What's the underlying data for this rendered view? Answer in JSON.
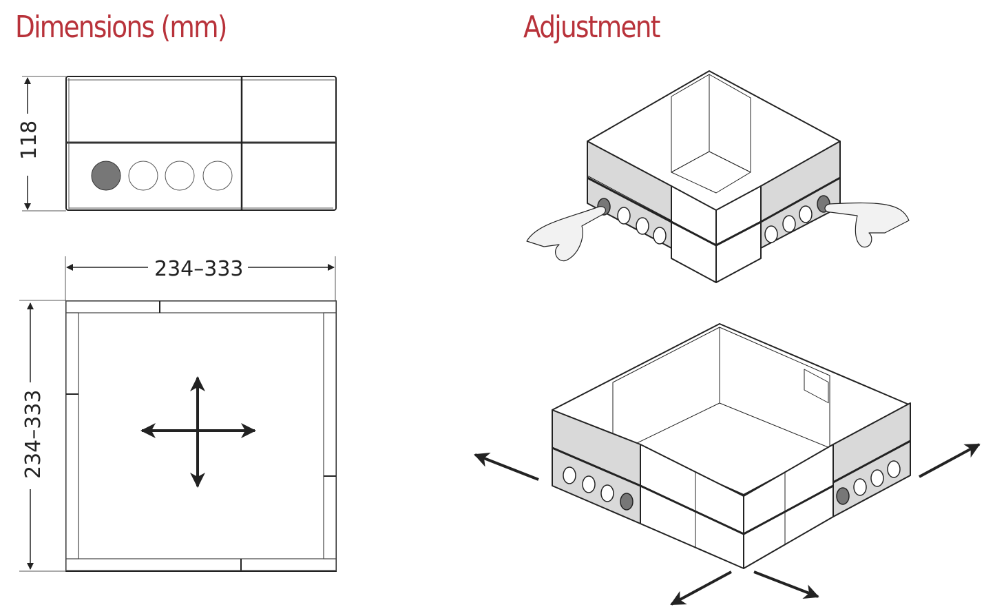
{
  "sections": {
    "dimensions": {
      "title": "Dimensions (mm)",
      "height_label": "118",
      "width_label": "234–333",
      "depth_label": "234–333"
    },
    "adjustment": {
      "title": "Adjustment"
    }
  },
  "colors": {
    "title": "#b8323a",
    "line": "#222222",
    "panel_gray": "#d9d9d9",
    "knockout_gray": "#7a7a7a"
  },
  "icons": {
    "dimension-arrow": "arrowhead",
    "move-cross": "four-way-arrow",
    "expand-arrow": "diagonal-arrow",
    "hand": "finger-press"
  }
}
